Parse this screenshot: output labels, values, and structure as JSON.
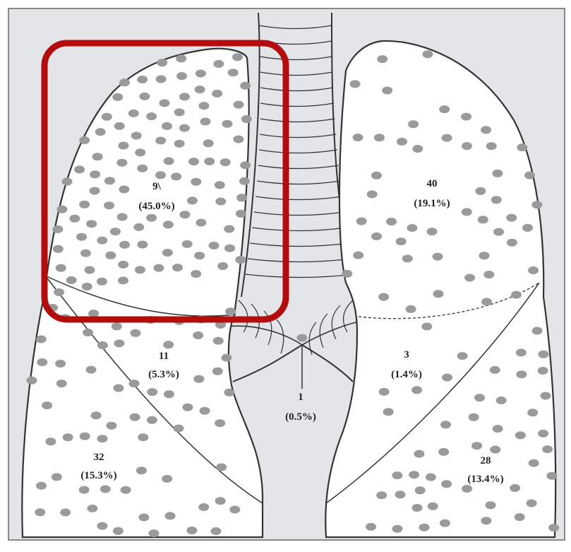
{
  "figure": {
    "colors": {
      "background": "#ffffff",
      "frame_fill": "#e3e5e8",
      "frame_stroke": "#666666",
      "lung_fill": "#ffffff",
      "outline": "#333333",
      "dot": "#9a9a9a",
      "highlight": "#b30d0d"
    },
    "highlight_box": {
      "target": "right-upper-lobe"
    },
    "lobes": [
      {
        "id": "right-upper",
        "count": "9\\",
        "percent": "(45.0%)"
      },
      {
        "id": "right-middle",
        "count": "11",
        "percent": "(5.3%)"
      },
      {
        "id": "right-lower",
        "count": "32",
        "percent": "(15.3%)"
      },
      {
        "id": "left-upper",
        "count": "40",
        "percent": "(19.1%)"
      },
      {
        "id": "lingula",
        "count": "3",
        "percent": "(1.4%)"
      },
      {
        "id": "left-lower",
        "count": "28",
        "percent": "(13.4%)"
      },
      {
        "id": "carina",
        "count": "1",
        "percent": "(0.5%)"
      }
    ]
  }
}
